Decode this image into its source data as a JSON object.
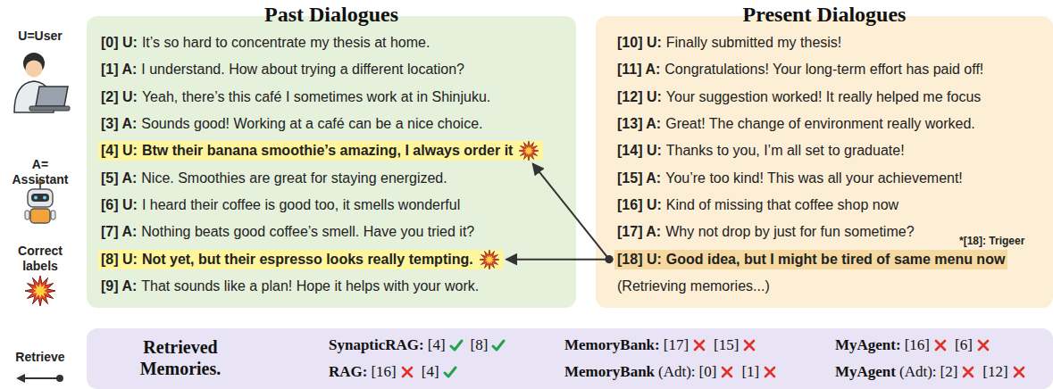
{
  "diagram": {
    "nodes": [
      {
        "text": [
          "Past Dialogues"
        ]
      },
      {
        "text": [
          "[0] U:",
          "It’s so hard to concentrate my thesis at home."
        ],
        "in": 0
      },
      {
        "text": [
          "[1] A:",
          "I understand. How about trying a different location?"
        ],
        "in": 0
      },
      {
        "text": [
          "[2] U:",
          "Yeah, there’s this café I sometimes work at in Shinjuku."
        ],
        "in": 0
      },
      {
        "text": [
          "[3] A:",
          "Sounds good! Working at a café can be a nice choice."
        ],
        "in": 0
      },
      {
        "text": [
          "[4] U:",
          "Btw their banana smoothie’s amazing, I always order it"
        ],
        "in": 0
      },
      {
        "text": [
          "[5] A:",
          "Nice. Smoothies are great for staying energized."
        ],
        "in": 0
      },
      {
        "text": [
          "[6] U:",
          "I heard their coffee is good too, it smells wonderful"
        ],
        "in": 0
      },
      {
        "text": [
          "[7] A:",
          "Nothing beats good coffee’s smell. Have you tried it?"
        ],
        "in": 0
      },
      {
        "text": [
          "[8] U:",
          "Not yet, but their espresso looks really tempting."
        ],
        "in": 0
      },
      {
        "text": [
          "[9] A:",
          "That sounds like a plan! Hope it helps with your work."
        ],
        "in": 0
      },
      {
        "text": [
          "Present Dialogues"
        ]
      },
      {
        "text": [
          "[10] U:",
          "Finally submitted my thesis!"
        ],
        "in": 11
      },
      {
        "text": [
          "[11] A:",
          "Congratulations! Your long-term effort has paid off!"
        ],
        "in": 11
      },
      {
        "text": [
          "[12] U:",
          "Your suggestion worked! It really helped me focus"
        ],
        "in": 11
      },
      {
        "text": [
          "[13] A:",
          "Great! The change of environment really worked."
        ],
        "in": 11
      },
      {
        "text": [
          "[14] U:",
          "Thanks to you, I’m all set to graduate!"
        ],
        "in": 11
      },
      {
        "text": [
          "[15] A:",
          "You’re too kind! This was all your achievement!"
        ],
        "in": 11
      },
      {
        "text": [
          "[16] U:",
          "Kind of missing that coffee shop now"
        ],
        "in": 11
      },
      {
        "text": [
          "[17] A:",
          "Why not drop by just for fun sometime?"
        ],
        "in": 11
      },
      {
        "text": [
          "[18] U:",
          "Good idea, but I might be tired of same menu now"
        ],
        "in": 11
      },
      {
        "text": [
          "(Retrieving memories...)"
        ],
        "in": 11
      },
      {
        "text": [
          "Retrieved Memories.",
          "SynapticRAG:",
          "[4]",
          "[8]",
          "RAG:",
          "[16]",
          "[4]",
          "MemoryBank:",
          "[17]",
          "[15]",
          "MemoryBank",
          "(Adt):",
          "[0]",
          "[1]",
          "MyAgent:",
          "[16]",
          "[6]",
          "MyAgent",
          "(Adt):",
          "[2]",
          "[12]"
        ]
      }
    ],
    "edges": [
      {
        "from": 20,
        "to": 5,
        "arrow": "to"
      },
      {
        "from": 20,
        "to": 9,
        "arrow": "to"
      }
    ],
    "labels": [
      "U=User",
      "A= Assistant",
      "Correct labels",
      "Retrieve",
      "*[18]: Trigeer"
    ]
  }
}
